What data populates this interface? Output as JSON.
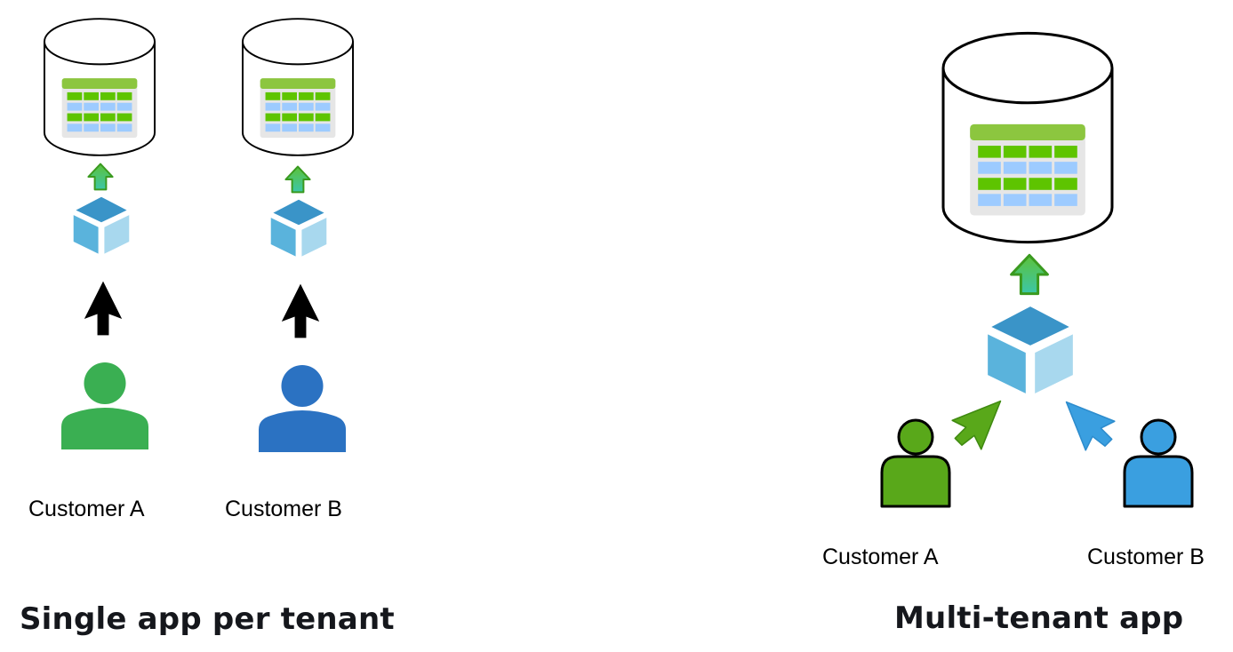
{
  "diagram": {
    "left_panel": {
      "title": "Single app per tenant",
      "tenants": [
        {
          "label": "Customer A",
          "user_color": "#3aaf52"
        },
        {
          "label": "Customer B",
          "user_color": "#2b72c2"
        }
      ],
      "connector_color": "#000000"
    },
    "right_panel": {
      "title": "Multi-tenant app",
      "tenants": [
        {
          "label": "Customer A",
          "user_color": "#59a81a"
        },
        {
          "label": "Customer B",
          "user_color": "#3a9fe0"
        }
      ]
    },
    "colors": {
      "table_header": "#8cc63f",
      "table_row_green": "#5ec400",
      "table_row_blue": "#9dcbff",
      "table_bg": "#e6e6e6",
      "cube_top": "#3a94c8",
      "cube_left": "#5ab3dc",
      "cube_right": "#a8d8ee",
      "db_arrow": "#3fbf8a",
      "db_arrow_outline": "#3a9a1f"
    }
  }
}
